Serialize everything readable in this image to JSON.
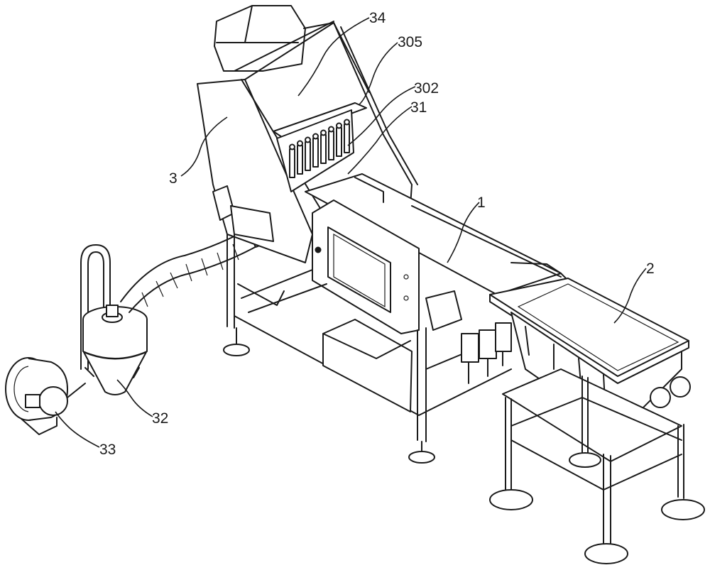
{
  "labels": {
    "l34": "34",
    "l305": "305",
    "l302": "302",
    "l31": "31",
    "l3": "3",
    "l1": "1",
    "l2": "2",
    "l32": "32",
    "l33": "33"
  },
  "colors": {
    "line": "#1a1a1a",
    "background": "#ffffff"
  }
}
